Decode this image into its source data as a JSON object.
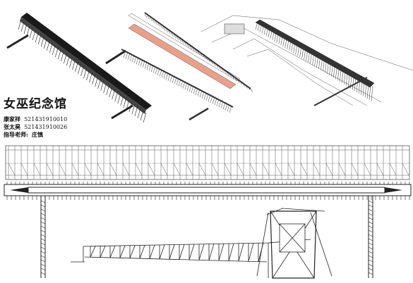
{
  "project": {
    "title": "女巫纪念馆",
    "members": [
      {
        "name": "康家祥",
        "id": "521431910010"
      },
      {
        "name": "张太昊",
        "id": "521431910026"
      }
    ],
    "advisor_label": "指导老师:",
    "advisor_name": "庄慎"
  },
  "colors": {
    "ink": "#111111",
    "roof_dark": "#1a1a1a",
    "roof_pink": "#e8a08a",
    "line_grey": "#777777"
  }
}
